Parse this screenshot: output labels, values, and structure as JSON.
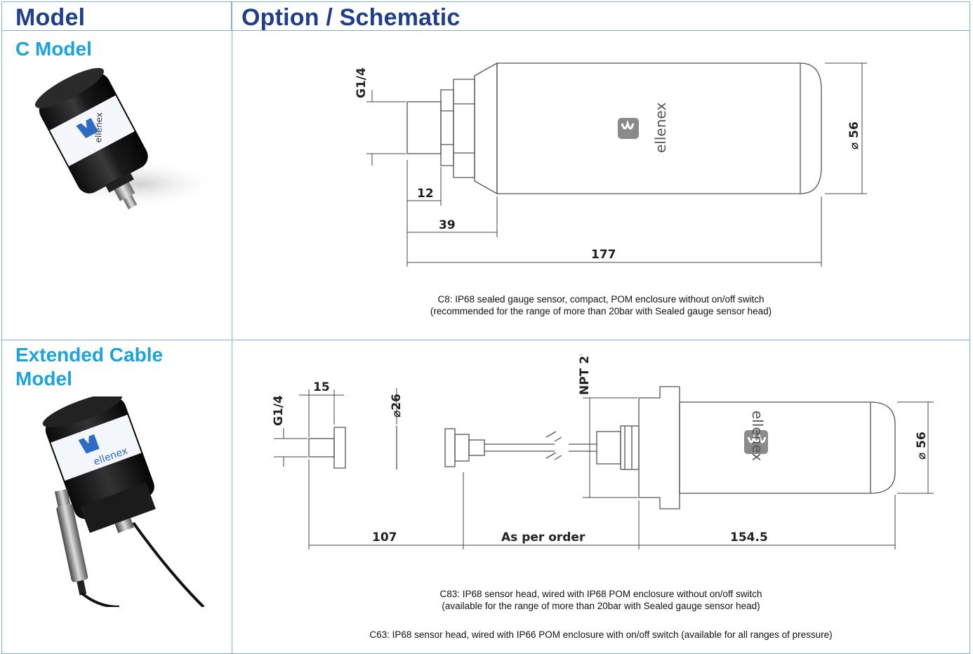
{
  "headers": {
    "model": "Model",
    "option": "Option / Schematic"
  },
  "rows": [
    {
      "model_name": "C Model",
      "logo_text": "ellenex",
      "dims": {
        "thread": "G1/4",
        "d1": "12",
        "d2": "39",
        "length": "177",
        "diameter": "⌀ 56"
      },
      "caption_lines": [
        "C8: IP68 sealed gauge sensor, compact, POM enclosure without on/off switch",
        "(recommended for the range of more than 20bar with Sealed gauge sensor head)"
      ]
    },
    {
      "model_name": "Extended Cable\nModel",
      "logo_text": "ellenex",
      "dims": {
        "thread": "G1/4",
        "d15": "15",
        "d26": "⌀26",
        "npt": "NPT 2\"",
        "l107": "107",
        "as_per_order": "As per order",
        "l154": "154.5",
        "diameter": "⌀ 56"
      },
      "caption_lines": [
        "C83: IP68 sensor head, wired with IP68 POM enclosure without on/off switch",
        "(available for the range of more than 20bar with Sealed gauge sensor head)"
      ],
      "caption_extra": "C63: IP68 sensor head, wired with IP66 POM enclosure with on/off switch (available for all ranges of pressure)"
    }
  ],
  "colors": {
    "header_text": "#1f3f8a",
    "model_text": "#1aa3dd",
    "border": "#7fb4c4"
  }
}
